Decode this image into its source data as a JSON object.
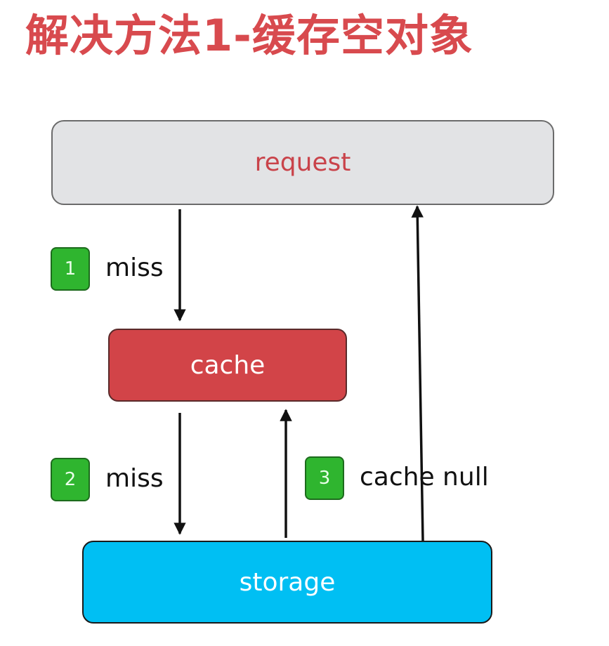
{
  "title": "解决方法1-缓存空对象",
  "nodes": {
    "request": "request",
    "cache": "cache",
    "storage": "storage"
  },
  "steps": [
    {
      "number": "1",
      "label": "miss"
    },
    {
      "number": "2",
      "label": "miss"
    },
    {
      "number": "3",
      "label": "cache null"
    }
  ],
  "colors": {
    "title": "#d84a4e",
    "request_fill": "#e2e3e5",
    "request_text": "#c9434a",
    "cache_fill": "#d24448",
    "cache_text": "#ffffff",
    "storage_fill": "#00bff3",
    "storage_text": "#ffffff",
    "badge_fill": "#2fb52f",
    "badge_text": "#e8ffe8",
    "arrow": "#111111"
  }
}
